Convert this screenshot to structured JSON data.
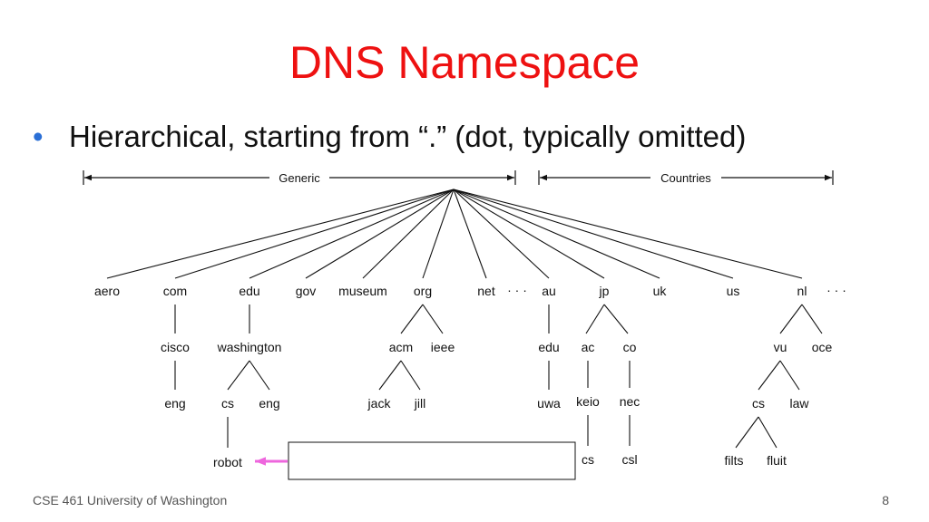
{
  "slide": {
    "title": "DNS Namespace",
    "bullet": "Hierarchical, starting from “.” (dot, typically omitted)",
    "footer": "CSE 461 University of Washington",
    "page_number": "8",
    "accent_color": "#ee1111",
    "bullet_color": "#2a6fd6",
    "arrow_color": "#ee66dd"
  },
  "diagram": {
    "ranges": {
      "generic": "Generic",
      "countries": "Countries"
    },
    "ellipses": [
      "· · ·",
      "· · ·"
    ],
    "nodes": {
      "aero": "aero",
      "com": "com",
      "edu": "edu",
      "gov": "gov",
      "museum": "museum",
      "org": "org",
      "net": "net",
      "au": "au",
      "jp": "jp",
      "uk": "uk",
      "us": "us",
      "nl": "nl",
      "cisco": "cisco",
      "washington": "washington",
      "acm": "acm",
      "ieee": "ieee",
      "au_edu": "edu",
      "ac": "ac",
      "co": "co",
      "vu": "vu",
      "oce": "oce",
      "eng1": "eng",
      "cs1": "cs",
      "eng2": "eng",
      "jack": "jack",
      "jill": "jill",
      "uwa": "uwa",
      "keio": "keio",
      "nec": "nec",
      "cs_vu": "cs",
      "law": "law",
      "robot": "robot",
      "cs_keio": "cs",
      "csl": "csl",
      "filts": "filts",
      "fluit": "fluit"
    }
  }
}
